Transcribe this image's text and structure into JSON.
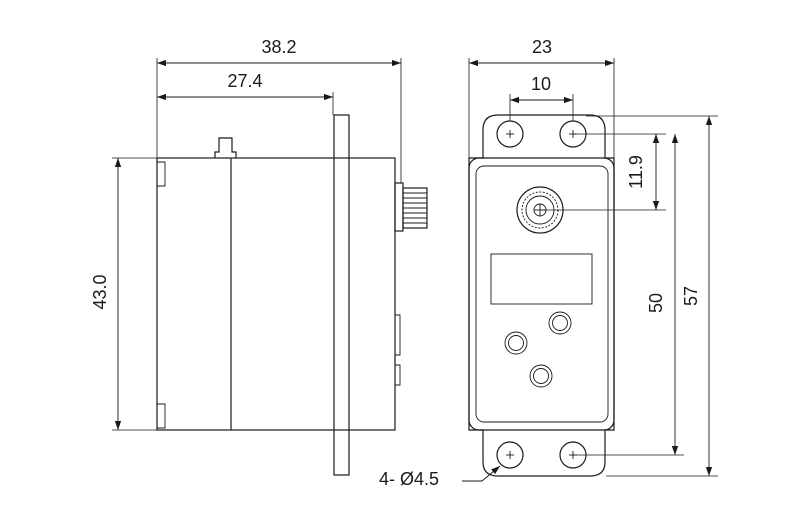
{
  "side_view": {
    "overall_length": "38.2",
    "body_length": "27.4",
    "height": "43.0"
  },
  "front_view": {
    "overall_width": "23",
    "hole_spacing": "10",
    "shaft_offset": "11.9",
    "hole_pitch": "50",
    "overall_height": "57",
    "hole_callout": "4- Ø4.5"
  },
  "colors": {
    "line": "#1a1a1a",
    "background": "#ffffff"
  }
}
